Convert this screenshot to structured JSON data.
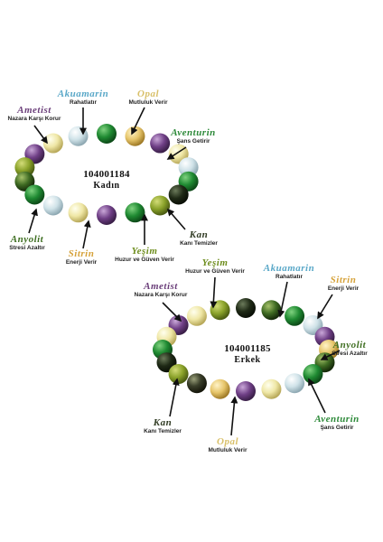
{
  "colors": {
    "ametist": "#6b3f7a",
    "akuamarin": "#5aa8c8",
    "opal": "#d9c06a",
    "aventurin": "#2e8a3a",
    "anyolit": "#3f6f22",
    "sitrin": "#d6a23a",
    "yesim": "#6f8e1f",
    "kan": "#2f3a22"
  },
  "bracelet1": {
    "code": "104001184",
    "gender": "Kadın",
    "labels": {
      "ametist": {
        "name": "Ametist",
        "sub": "Nazara Karşı Korur"
      },
      "akuamarin": {
        "name": "Akuamarin",
        "sub": "Rahatlatır"
      },
      "opal": {
        "name": "Opal",
        "sub": "Mutluluk Verir"
      },
      "aventurin": {
        "name": "Aventurin",
        "sub": "Şans Getirir"
      },
      "anyolit": {
        "name": "Anyolit",
        "sub": "Stresi Azaltır"
      },
      "sitrin": {
        "name": "Sitrin",
        "sub": "Enerji Verir"
      },
      "yesim": {
        "name": "Yeşim",
        "sub": "Huzur ve Güven Verir"
      },
      "kan": {
        "name": "Kan",
        "sub": "Kanı Temizler"
      }
    }
  },
  "bracelet2": {
    "code": "104001185",
    "gender": "Erkek",
    "labels": {
      "yesim": {
        "name": "Yeşim",
        "sub": "Huzur ve Güven Verir"
      },
      "akuamarin": {
        "name": "Akuamarin",
        "sub": "Rahatlatır"
      },
      "sitrin": {
        "name": "Sitrin",
        "sub": "Enerji Verir"
      },
      "ametist": {
        "name": "Ametist",
        "sub": "Nazara Karşı Korur"
      },
      "anyolit": {
        "name": "Anyolit",
        "sub": "Stresi Azaltır"
      },
      "kan": {
        "name": "Kan",
        "sub": "Kanı Temizler"
      },
      "opal": {
        "name": "Opal",
        "sub": "Mutluluk Verir"
      },
      "aventurin": {
        "name": "Aventurin",
        "sub": "Şans Getirir"
      }
    }
  }
}
